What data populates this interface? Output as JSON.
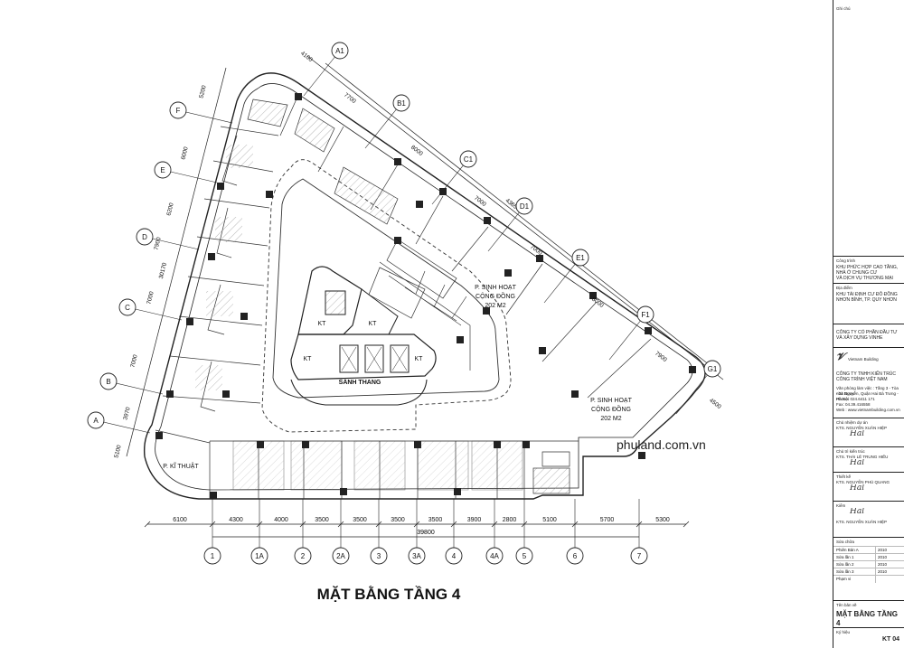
{
  "drawing": {
    "plan_title": "MẶT BẰNG TẦNG 4",
    "watermark": "phuland.com.vn",
    "rooms": [
      {
        "id": "community-1",
        "name": "P. SINH HOẠT",
        "name2": "CỘNG ĐỒNG",
        "area": "202 M2"
      },
      {
        "id": "community-2",
        "name": "P. SINH HOẠT",
        "name2": "CỘNG ĐỒNG",
        "area": "202 M2"
      },
      {
        "id": "lift-lobby",
        "name": "SẢNH THANG"
      },
      {
        "id": "technical",
        "name": "P. KĨ THUẬT"
      },
      {
        "id": "kt",
        "name": "KT"
      }
    ],
    "bottom_grid_labels": [
      "1",
      "1A",
      "2",
      "2A",
      "3",
      "3A",
      "4",
      "4A",
      "5",
      "6",
      "7"
    ],
    "bottom_dimensions": [
      "6100",
      "4300",
      "4000",
      "3500",
      "3500",
      "3500",
      "3500",
      "3900",
      "2800",
      "5100",
      "5700",
      "5300"
    ],
    "bottom_total": "39800",
    "left_grid_labels": [
      "A",
      "B",
      "C",
      "D",
      "E",
      "F"
    ],
    "left_dimensions": [
      "5100",
      "3970",
      "7000",
      "7000",
      "7900",
      "6200",
      "6000",
      "5200"
    ],
    "left_total": "30170",
    "right_grid_labels": [
      "A1",
      "B1",
      "C1",
      "D1",
      "E1",
      "F1",
      "G1"
    ],
    "right_dimensions": [
      "4100",
      "7700",
      "8000",
      "7000",
      "7000",
      "8000",
      "7900",
      "4500"
    ],
    "right_total": "43650"
  },
  "title_block": {
    "note_label": "Ghi chú",
    "project_label": "Công trình",
    "project_lines": [
      "KHU PHỨC HỢP CAO TẦNG,",
      "NHÀ Ở CHUNG CƯ",
      "VÀ DỊCH VỤ THƯƠNG MẠI"
    ],
    "location_label": "Địa điểm",
    "location_lines": [
      "KHU TÁI ĐỊNH CƯ ĐÔ ĐỒNG",
      "NHƠN BÌNH, TP. QUY NHƠN"
    ],
    "client_lines": [
      "CÔNG TY CỔ PHẦN ĐẦU TƯ",
      "VÀ XÂY DỰNG VINHE"
    ],
    "brand": "Vietnam Building",
    "consultant_lines": [
      "CÔNG TY TNHH KIẾN TRÚC",
      "CÔNG TRÌNH VIỆT NAM"
    ],
    "address_lines": [
      "Văn phòng làm việc : Tầng 3 - Tòa nhà Dược",
      "- 24 Nguyễn, Quận Hai Bà Trưng - Hà Nội"
    ],
    "phone": "Phone: 024.6411 171",
    "fax": "Fax: 04.39.416558",
    "web": "Web : www.vietnambuilding.com.vn",
    "roles": [
      {
        "role": "Chủ nhiệm dự án",
        "name": "KTS. NGUYỄN XUÂN HIỆP"
      },
      {
        "role": "Chủ trì kiến trúc",
        "name": "KTS. THÁI LÊ TRUNG HIẾU"
      },
      {
        "role": "Thiết kế",
        "name": "KTS. NGUYỄN PHÚ QUANG"
      },
      {
        "role": "Kiểm",
        "name": "KTS. NGUYỄN XUÂN HIỆP"
      }
    ],
    "signature_text": "Hal",
    "revision_label": "Sửa chữa",
    "revisions": [
      {
        "label": "Phiên Bản A",
        "date": "2010"
      },
      {
        "label": "Sửa lần 1",
        "date": "2010"
      },
      {
        "label": "Sửa lần 2",
        "date": "2010"
      },
      {
        "label": "Sửa lần 3",
        "date": "2010"
      },
      {
        "label": "Phạm vi",
        "date": ""
      }
    ],
    "sheet_label": "Tên bản vẽ",
    "sheet_title": "MẶT BẰNG TẦNG 4",
    "sheet_no_label": "Ký hiệu",
    "sheet_no": "KT 04"
  }
}
